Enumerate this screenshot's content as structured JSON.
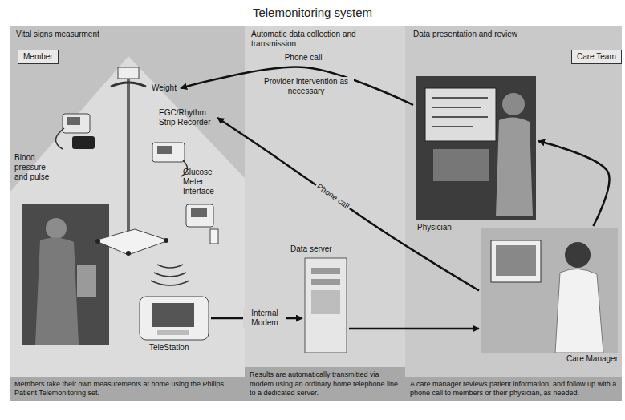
{
  "diagram": {
    "title": "Telemonitoring system",
    "nodes": [
      {
        "text": [
          "Vital signs measurment",
          "Members take their own measurements at home using the Philips Patient Telemonitoring set."
        ]
      },
      {
        "text": [
          "Member"
        ],
        "in": 0
      },
      {
        "text": [
          "Weight"
        ],
        "in": 0
      },
      {
        "text": [
          "Blood pressure and pulse"
        ],
        "in": 0
      },
      {
        "text": [
          "EGC/Rhythm Strip Recorder"
        ],
        "in": 0
      },
      {
        "text": [
          "Glucose Meter Interface"
        ],
        "in": 0
      },
      {
        "text": [
          "TeleStation"
        ],
        "in": 0
      },
      {
        "text": [
          "Automatic data collection and transmission",
          "Results are automatically transmitted via modem using an ordinary home telephone line to a dedicated server."
        ]
      },
      {
        "text": [
          "Data server"
        ],
        "in": 7
      },
      {
        "text": [
          "Data presentation and review",
          "A care manager reviews patient information, and follow up with a phone call to members or their physician, as needed."
        ]
      },
      {
        "text": [
          "Care Team"
        ],
        "in": 9
      },
      {
        "text": [
          "Physician"
        ],
        "in": 9
      },
      {
        "text": [
          "Care Manager"
        ],
        "in": 9
      }
    ],
    "edges": [
      {
        "from": 11,
        "to": 2,
        "label": "Phone call",
        "arrow": "to"
      },
      {
        "from": 12,
        "to": 4,
        "label": "Phone call",
        "arrow": "to"
      },
      {
        "from": 6,
        "to": 8,
        "label": "Internal Modem",
        "arrow": "to"
      },
      {
        "from": 8,
        "to": 12,
        "arrow": "to"
      },
      {
        "from": 12,
        "to": 11,
        "arrow": "to"
      }
    ],
    "labels": [
      "Provider intervention as necessary"
    ]
  }
}
